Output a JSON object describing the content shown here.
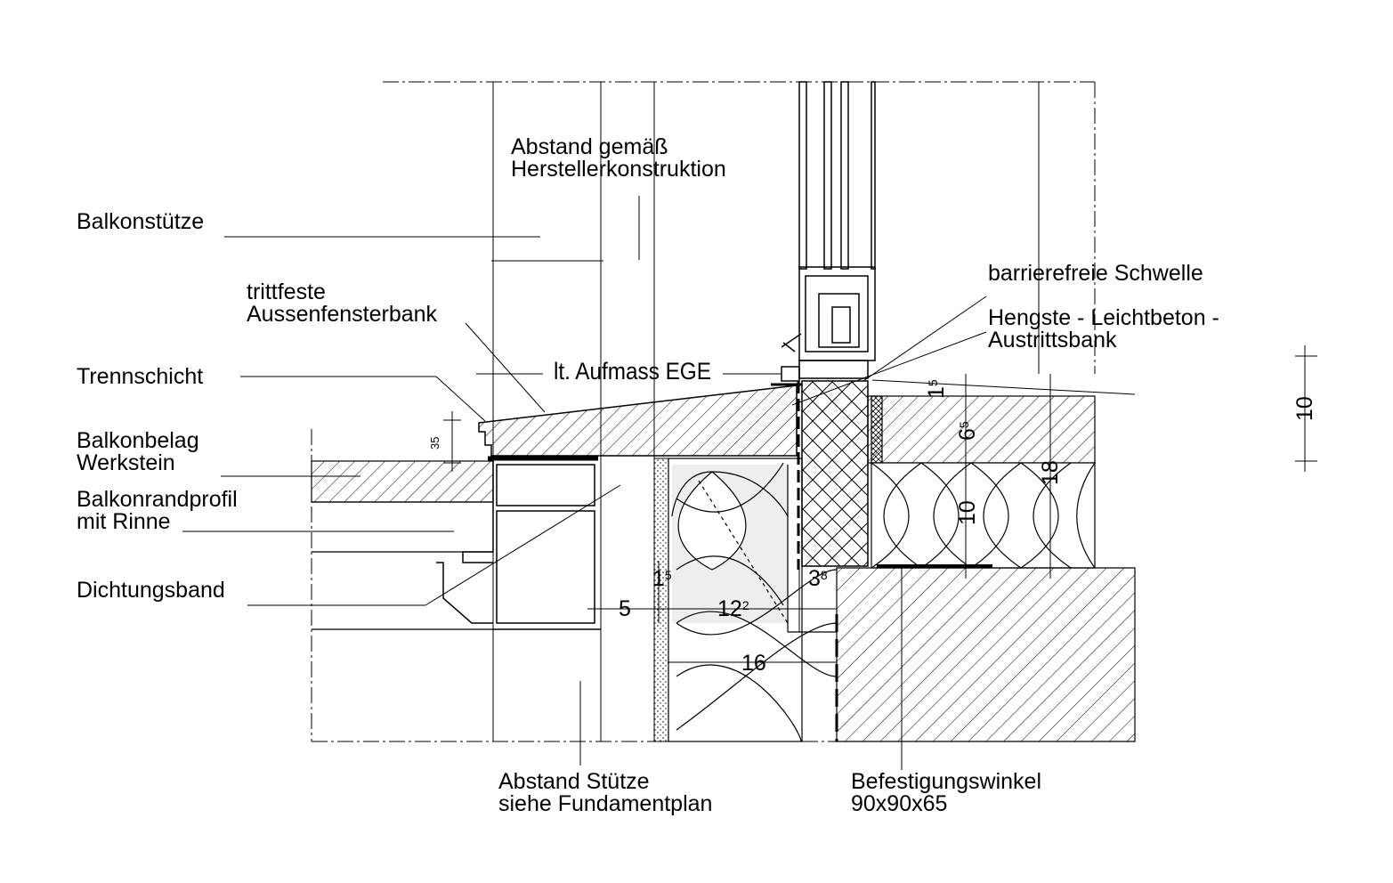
{
  "labels": {
    "abstand_gemaess": [
      "Abstand gemäß",
      "Herstellerkonstruktion"
    ],
    "balkonstuetze": "Balkonstütze",
    "trittfeste": [
      "trittfeste",
      "Aussenfensterbank"
    ],
    "trennschicht": "Trennschicht",
    "balkonbelag": [
      "Balkonbelag",
      "Werkstein"
    ],
    "balkonrandprofil": [
      "Balkonrandprofil",
      "mit Rinne"
    ],
    "dichtungsband": "Dichtungsband",
    "abstand_stuetze": [
      "Abstand Stütze",
      "siehe Fundamentplan"
    ],
    "befestigungswinkel": [
      "Befestigungswinkel",
      "90x90x65"
    ],
    "barrierefreie": "barrierefreie Schwelle",
    "hengste": [
      "Hengste - Leichtbeton -",
      "Austrittsbank"
    ],
    "aufmass": "lt. Aufmass EGE"
  },
  "dimensions": {
    "d35": "35",
    "d1_5_top": {
      "main": "1",
      "sup": "5"
    },
    "d6_5": {
      "main": "6",
      "sup": "5"
    },
    "d18": "18",
    "d10_inner": "10",
    "d10_outer": "10",
    "d1_5_mid": {
      "main": "1",
      "sup": "5"
    },
    "d3_8": {
      "main": "3",
      "sup": "8"
    },
    "d5": "5",
    "d12_2": {
      "main": "12",
      "sup": "2"
    },
    "d16": "16"
  },
  "colors": {
    "line": "#000000",
    "background": "#ffffff",
    "insulation_fill": "#eeeeee"
  }
}
